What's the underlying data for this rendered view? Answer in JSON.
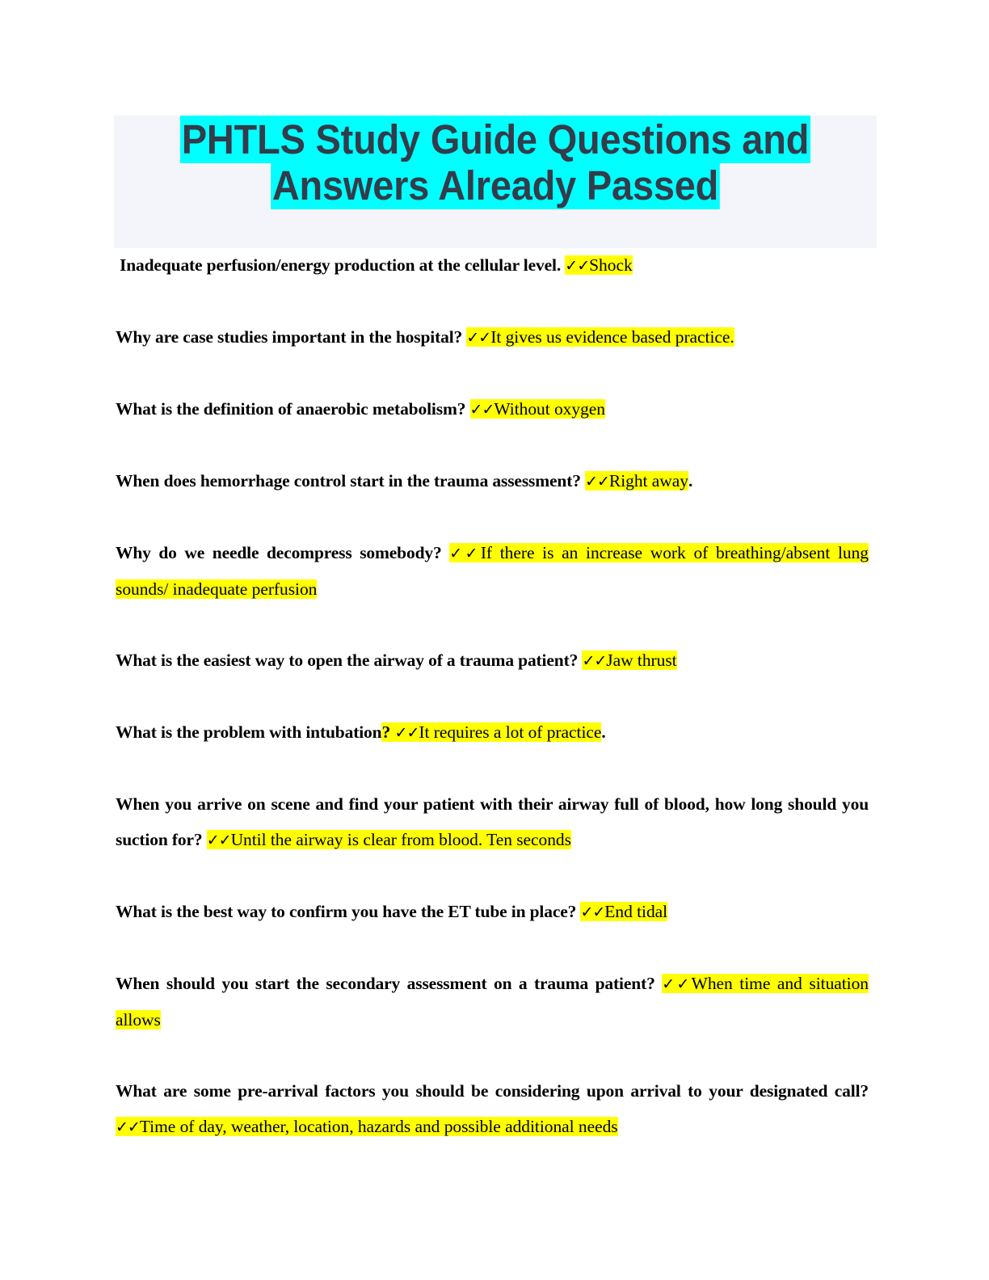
{
  "document": {
    "title_line_1": "PHTLS Study Guide Questions and",
    "title_line_2": "Answers Already Passed",
    "colors": {
      "title_highlight": "#00ffff",
      "title_text": "#333c4a",
      "header_band": "#f4f5fa",
      "answer_highlight": "#ffff00",
      "body_text": "#000000",
      "page_background": "#ffffff"
    },
    "check_mark": "✓✓"
  },
  "qa": [
    {
      "id": "shock",
      "question": "Inadequate perfusion/energy production at the cellular level.",
      "answer": "Shock",
      "tail": ""
    },
    {
      "id": "case-studies",
      "question": "Why are case studies important in the hospital?",
      "answer": "It gives us evidence based practice.",
      "tail": ""
    },
    {
      "id": "anaerobic-metabolism",
      "question": "What is the definition of anaerobic metabolism?",
      "answer": "Without oxygen",
      "tail": ""
    },
    {
      "id": "hemorrhage-control",
      "question": "When does hemorrhage control start in the trauma assessment?",
      "answer": "Right away",
      "tail": "."
    },
    {
      "id": "needle-decompress",
      "question": "Why do we needle decompress somebody?",
      "answer": "If there is an increase work of breathing/absent lung sounds/ inadequate perfusion",
      "tail": ""
    },
    {
      "id": "open-airway",
      "question": "What is the easiest way to open the airway of a trauma patient?",
      "answer": "Jaw thrust",
      "tail": ""
    },
    {
      "id": "intubation-problem",
      "question": "What is the problem with intubation",
      "question_highlighted_tail": "?",
      "answer": "It requires a lot of practice",
      "tail": "."
    },
    {
      "id": "suction-duration",
      "question": "When you arrive on scene and find your patient with their airway full of blood, how long should you suction for?",
      "answer": "Until the airway is clear from blood. Ten seconds",
      "tail": ""
    },
    {
      "id": "confirm-et-tube",
      "question": "What is the best way to confirm you have the ET tube in place?",
      "answer": "End tidal",
      "tail": ""
    },
    {
      "id": "secondary-assessment",
      "question": "When should you start the secondary assessment on a trauma patient?",
      "answer": "When time and situation allows",
      "tail": ""
    },
    {
      "id": "pre-arrival-factors",
      "question": "What are some pre-arrival factors you should be considering upon arrival to your designated call?",
      "answer": "Time of day, weather, location, hazards and possible additional needs",
      "tail": ""
    }
  ]
}
